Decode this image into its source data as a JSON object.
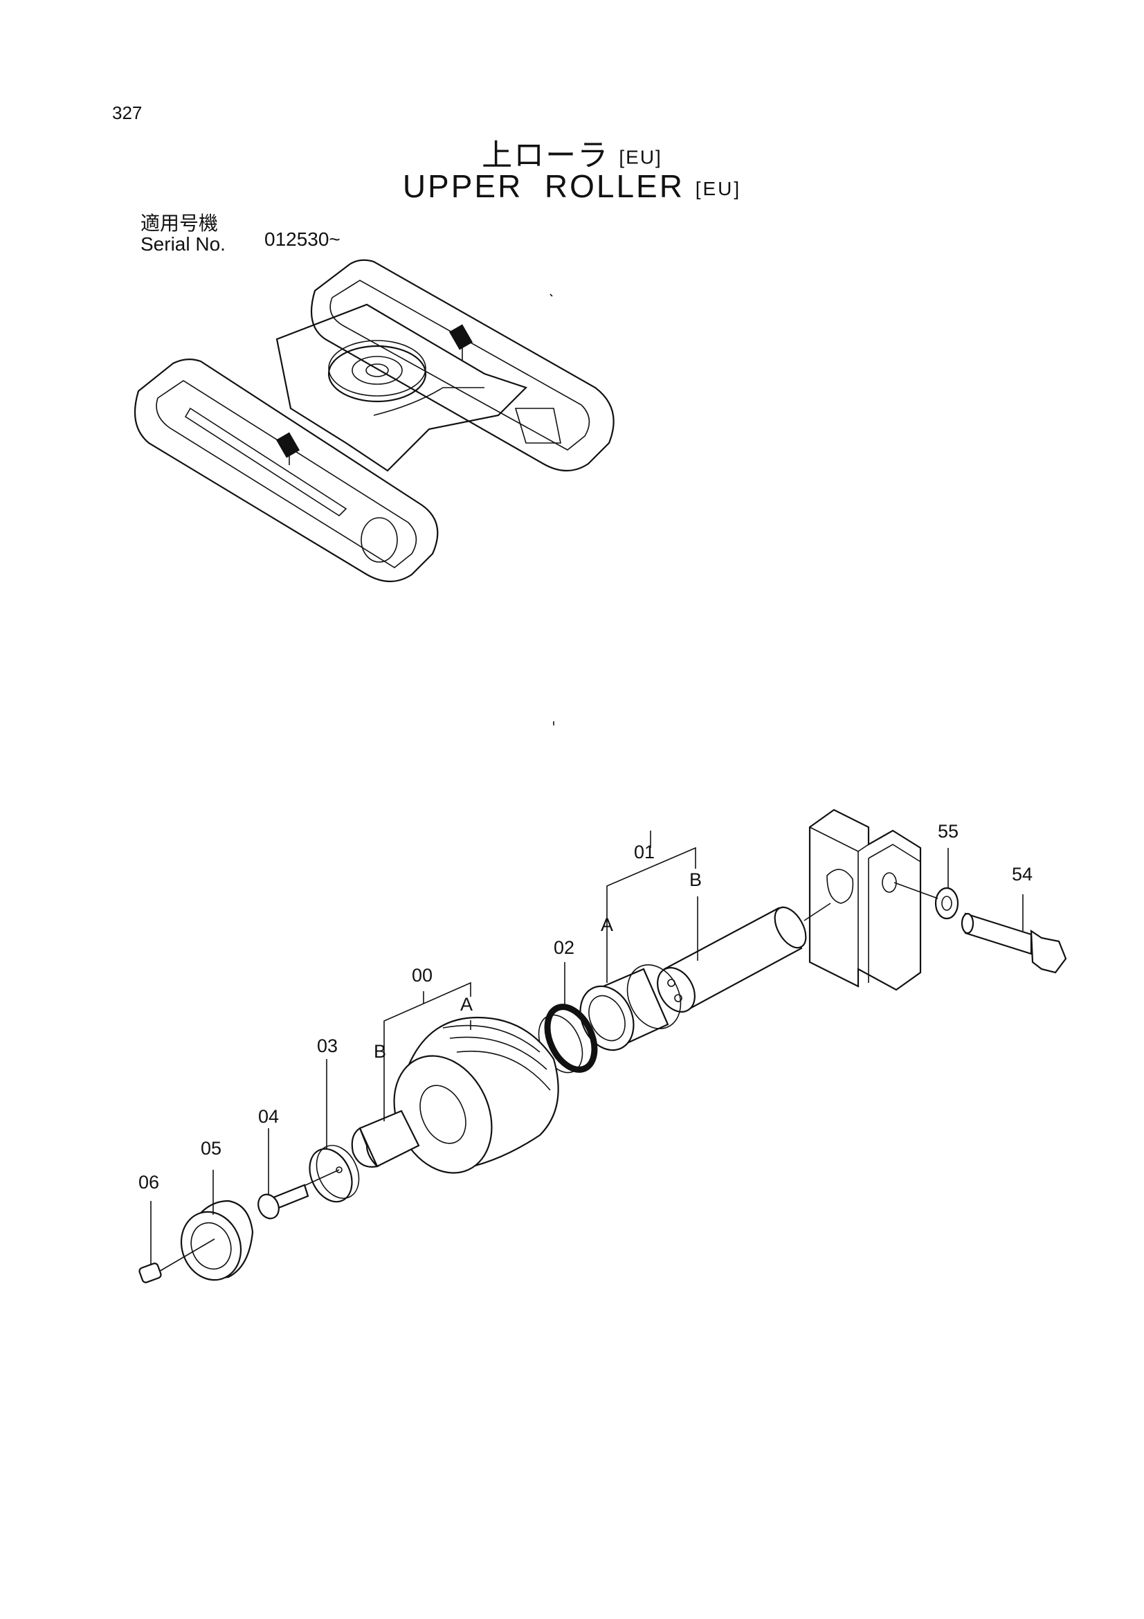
{
  "header": {
    "page_number": "327",
    "title_ja": "上ローラ",
    "title_en": "UPPER  ROLLER",
    "region_tag": "[EU]"
  },
  "serial": {
    "label_ja": "適用号機",
    "label_en": "Serial No.",
    "value": "012530~"
  },
  "callouts": {
    "p00": "00",
    "p01": "01",
    "p02": "02",
    "p03": "03",
    "p04": "04",
    "p05": "05",
    "p06": "06",
    "p54": "54",
    "p55": "55",
    "a00": "A",
    "b00": "B",
    "a01": "A",
    "b01": "B"
  }
}
